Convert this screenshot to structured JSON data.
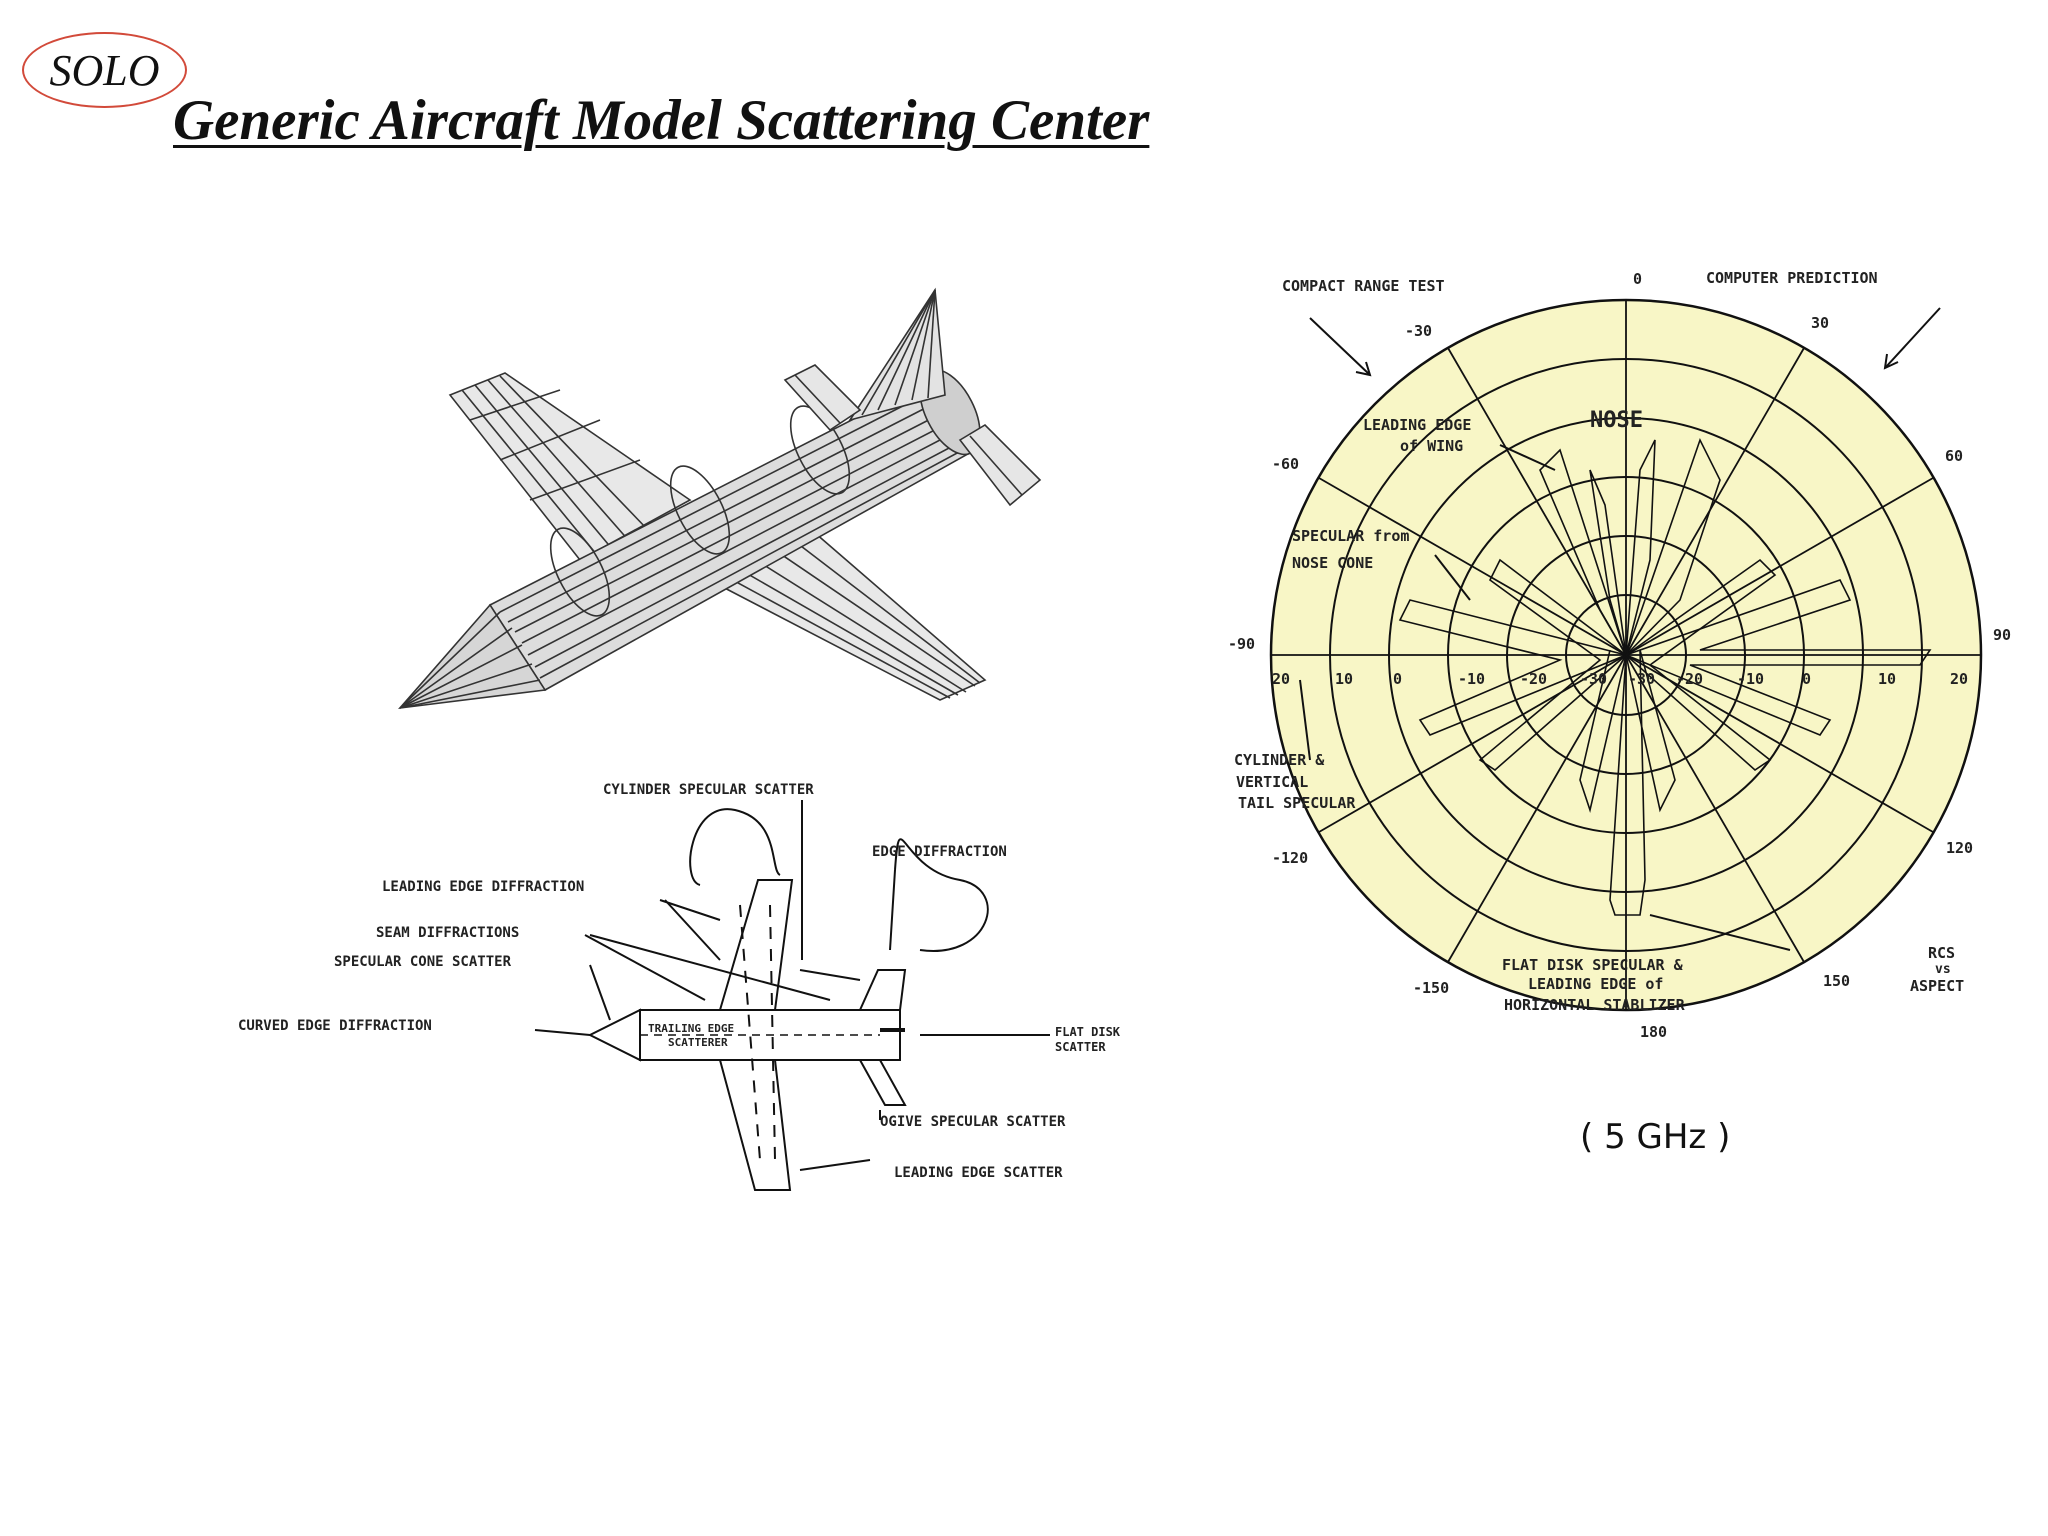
{
  "badge": "SOLO",
  "title": "Generic Aircraft Model Scattering Center",
  "scatter_labels": {
    "cylinder": "CYLINDER SPECULAR SCATTER",
    "edge_diffraction": "EDGE DIFFRACTION",
    "leading_edge_diffraction": "LEADING EDGE DIFFRACTION",
    "seam": "SEAM DIFFRACTIONS",
    "cone": "SPECULAR CONE SCATTER",
    "curved": "CURVED EDGE DIFFRACTION",
    "trailing": "TRAILING EDGE",
    "scatterer": "SCATTERER",
    "flat_disk": "FLAT DISK",
    "flat_disk2": "SCATTER",
    "ogive": "OGIVE SPECULAR SCATTER",
    "leading_edge_scatter": "LEADING EDGE SCATTER"
  },
  "polar": {
    "compact": "COMPACT RANGE TEST",
    "computer": "COMPUTER PREDICTION",
    "nose": "NOSE",
    "le_wing1": "LEADING EDGE",
    "le_wing2": "of WING",
    "spec_nose1": "SPECULAR from",
    "spec_nose2": "NOSE CONE",
    "cyl1": "CYLINDER &",
    "cyl2": "VERTICAL",
    "cyl3": "TAIL SPECULAR",
    "flat1": "FLAT DISK SPECULAR &",
    "flat2": "LEADING EDGE of",
    "flat3": "HORIZONTAL STABLIZER",
    "rcs1": "RCS",
    "rcs2": "vs",
    "rcs3": "ASPECT",
    "angles": {
      "a0": "0",
      "am30": "-30",
      "a30": "30",
      "am60": "-60",
      "a60": "60",
      "am90": "-90",
      "a90": "90",
      "am120": "-120",
      "a120": "120",
      "am150": "-150",
      "a150": "150",
      "a180": "180"
    },
    "radial_left": [
      "20",
      "10",
      "0",
      "-10",
      "-20",
      "-30"
    ],
    "radial_right": [
      "-30",
      "-20",
      "-10",
      "0",
      "10",
      "20"
    ],
    "freq": "( 5 GHz )"
  },
  "colors": {
    "polar_fill": "#f8f6c6",
    "ink": "#222222"
  }
}
